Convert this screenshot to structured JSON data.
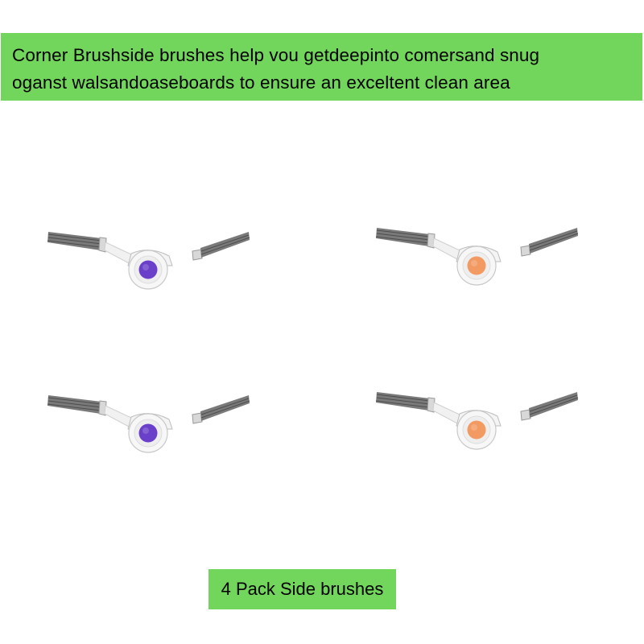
{
  "header": {
    "line1": "Corner Brushside brushes help vou getdeepinto comersand snug",
    "line2": "oganst walsandoaseboards to ensure an exceltent clean area"
  },
  "footer": {
    "label": "4 Pack Side brushes"
  },
  "brushes": [
    {
      "hub_color": "#6a3fc9",
      "hub_color_name": "purple"
    },
    {
      "hub_color": "#f29a62",
      "hub_color_name": "orange"
    },
    {
      "hub_color": "#6a3fc9",
      "hub_color_name": "purple"
    },
    {
      "hub_color": "#f29a62",
      "hub_color_name": "orange"
    }
  ],
  "colors": {
    "banner_green": "#73d65c",
    "background": "#ffffff"
  }
}
